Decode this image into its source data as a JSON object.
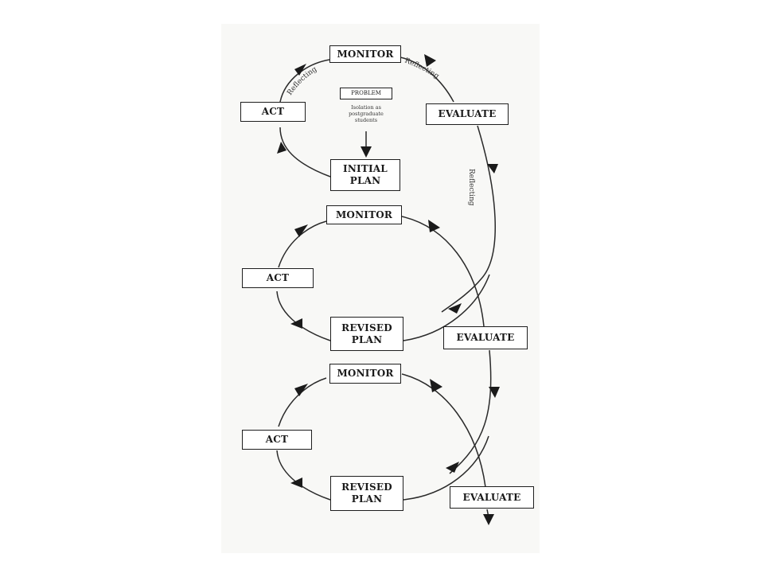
{
  "diagram": {
    "cycle1": {
      "monitor": "MONITOR",
      "act": "ACT",
      "evaluate": "EVALUATE",
      "plan_line1": "INITIAL",
      "plan_line2": "PLAN",
      "problem": "PROBLEM",
      "problem_note_line1": "Isolation as",
      "problem_note_line2": "postgraduate",
      "problem_note_line3": "students",
      "reflecting_left": "Reflecting",
      "reflecting_right": "Reflecting"
    },
    "reflecting_between": "Reflecting",
    "cycle2": {
      "monitor": "MONITOR",
      "act": "ACT",
      "evaluate": "EVALUATE",
      "plan_line1": "REVISED",
      "plan_line2": "PLAN"
    },
    "cycle3": {
      "monitor": "MONITOR",
      "act": "ACT",
      "evaluate": "EVALUATE",
      "plan_line1": "REVISED",
      "plan_line2": "PLAN"
    }
  }
}
